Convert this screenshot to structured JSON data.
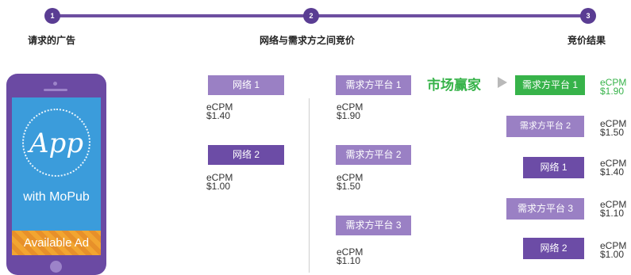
{
  "steps": [
    {
      "number": "1",
      "label": "请求的广告"
    },
    {
      "number": "2",
      "label": "网络与需求方之间竞价"
    },
    {
      "number": "3",
      "label": "竞价结果"
    }
  ],
  "phone": {
    "app_text": "App",
    "app_sub": "with MoPub",
    "ad_strip": "Available Ad"
  },
  "networks": [
    {
      "name": "网络 1",
      "ecpm_label": "eCPM",
      "ecpm_value": "$1.40"
    },
    {
      "name": "网络 2",
      "ecpm_label": "eCPM",
      "ecpm_value": "$1.00"
    }
  ],
  "demand": [
    {
      "name": "需求方平台 1",
      "ecpm_label": "eCPM",
      "ecpm_value": "$1.90"
    },
    {
      "name": "需求方平台 2",
      "ecpm_label": "eCPM",
      "ecpm_value": "$1.50"
    },
    {
      "name": "需求方平台 3",
      "ecpm_label": "eCPM",
      "ecpm_value": "$1.10"
    }
  ],
  "winner_label": "市场赢家",
  "results": [
    {
      "name": "需求方平台 1",
      "ecpm_label": "eCPM",
      "ecpm_value": "$1.90"
    },
    {
      "name": "需求方平台 2",
      "ecpm_label": "eCPM",
      "ecpm_value": "$1.50"
    },
    {
      "name": "网络 1",
      "ecpm_label": "eCPM",
      "ecpm_value": "$1.40"
    },
    {
      "name": "需求方平台 3",
      "ecpm_label": "eCPM",
      "ecpm_value": "$1.10"
    },
    {
      "name": "网络 2",
      "ecpm_label": "eCPM",
      "ecpm_value": "$1.00"
    }
  ],
  "colors": {
    "track": "#6d4ea0",
    "box_light": "#9a80c4",
    "box_dark": "#6c4ca6",
    "winner": "#37b34a",
    "screen": "#3b9cdb",
    "ad_strip": "#f2a531"
  }
}
